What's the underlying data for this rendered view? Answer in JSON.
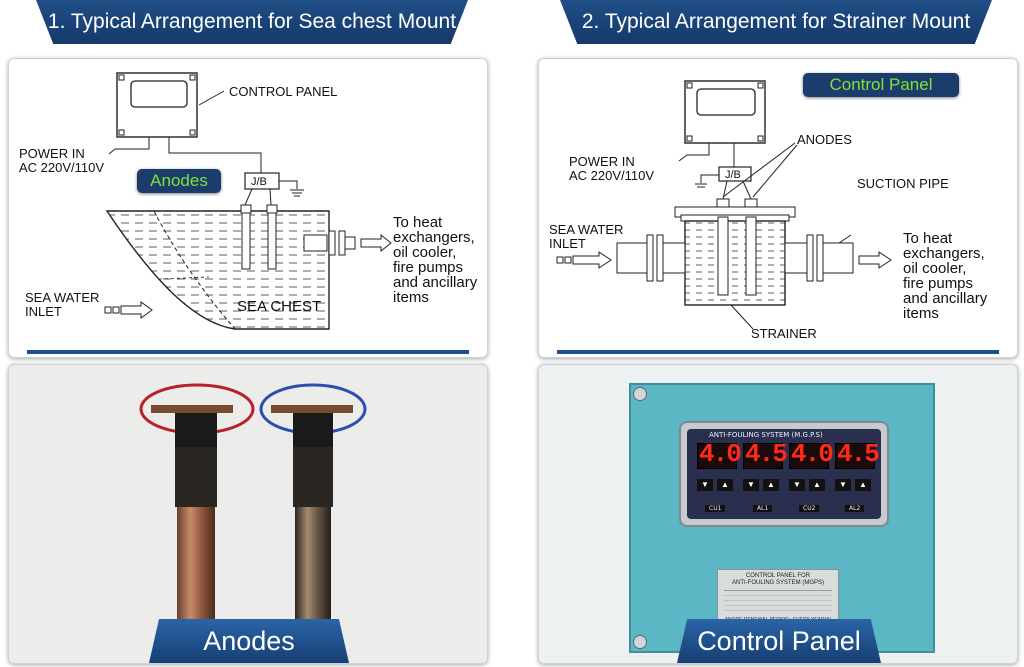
{
  "header": {
    "left_title": "1. Typical Arrangement for Sea chest Mount",
    "right_title": "2. Typical Arrangement for Strainer Mount"
  },
  "left_diagram": {
    "control_panel": "CONTROL PANEL",
    "power_in_1": "POWER IN",
    "power_in_2": "AC 220V/110V",
    "anodes_badge": "Anodes",
    "jb": "J/B",
    "sea_chest": "SEA CHEST",
    "inlet_1": "SEA WATER",
    "inlet_2": "INLET",
    "dest": [
      "To heat",
      "exchangers,",
      "oil cooler,",
      "fire pumps",
      "and ancillary",
      "items"
    ]
  },
  "right_diagram": {
    "control_panel_badge": "Control Panel",
    "anodes": "ANODES",
    "power_in_1": "POWER IN",
    "power_in_2": "AC 220V/110V",
    "jb": "J/B",
    "suction_pipe": "SUCTION PIPE",
    "inlet_1": "SEA WATER",
    "inlet_2": "INLET",
    "strainer": "STRAINER",
    "dest": [
      "To heat",
      "exchangers,",
      "oil cooler,",
      "fire pumps",
      "and ancillary",
      "items"
    ]
  },
  "photos": {
    "anodes_caption": "Anodes",
    "control_panel_caption": "Control Panel",
    "display_title": "ANTI-FOULING SYSTEM (M.G.P.S)",
    "readouts": [
      "4.0",
      "4.5",
      "4.0",
      "4.5"
    ],
    "channel_labels": [
      "CU1",
      "AL1",
      "CU2",
      "AL2"
    ],
    "plate_line_1": "CONTROL PANEL FOR",
    "plate_line_2": "ANTI-FOULING SYSTEM (MGPS)",
    "plate_footer": "ANODE RENEWAL PERIOD : EVERY    YEAR(S)"
  },
  "colors": {
    "navy": "#1d4d8a",
    "badge_text": "#7fe03a",
    "led_red": "#ff2a18",
    "panel_teal": "#5bb7c4"
  }
}
